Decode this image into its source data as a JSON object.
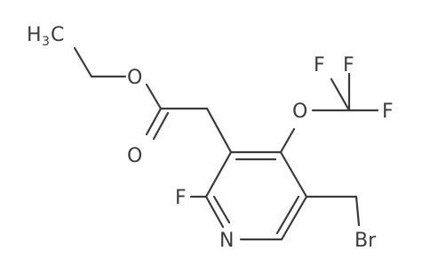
{
  "molecule": {
    "atoms": {
      "methyl_h": "H",
      "methyl_sub": "3",
      "methyl_c": "C",
      "ester_o": "O",
      "carbonyl_o": "O",
      "ether_o": "O",
      "f_top": "F",
      "f_right": "F",
      "f_left": "F",
      "ring_f": "F",
      "ring_n": "N",
      "br": "Br"
    },
    "colors": {
      "bond": "#3b3b3b",
      "label": "#3b3b3b",
      "background": "#ffffff"
    }
  }
}
